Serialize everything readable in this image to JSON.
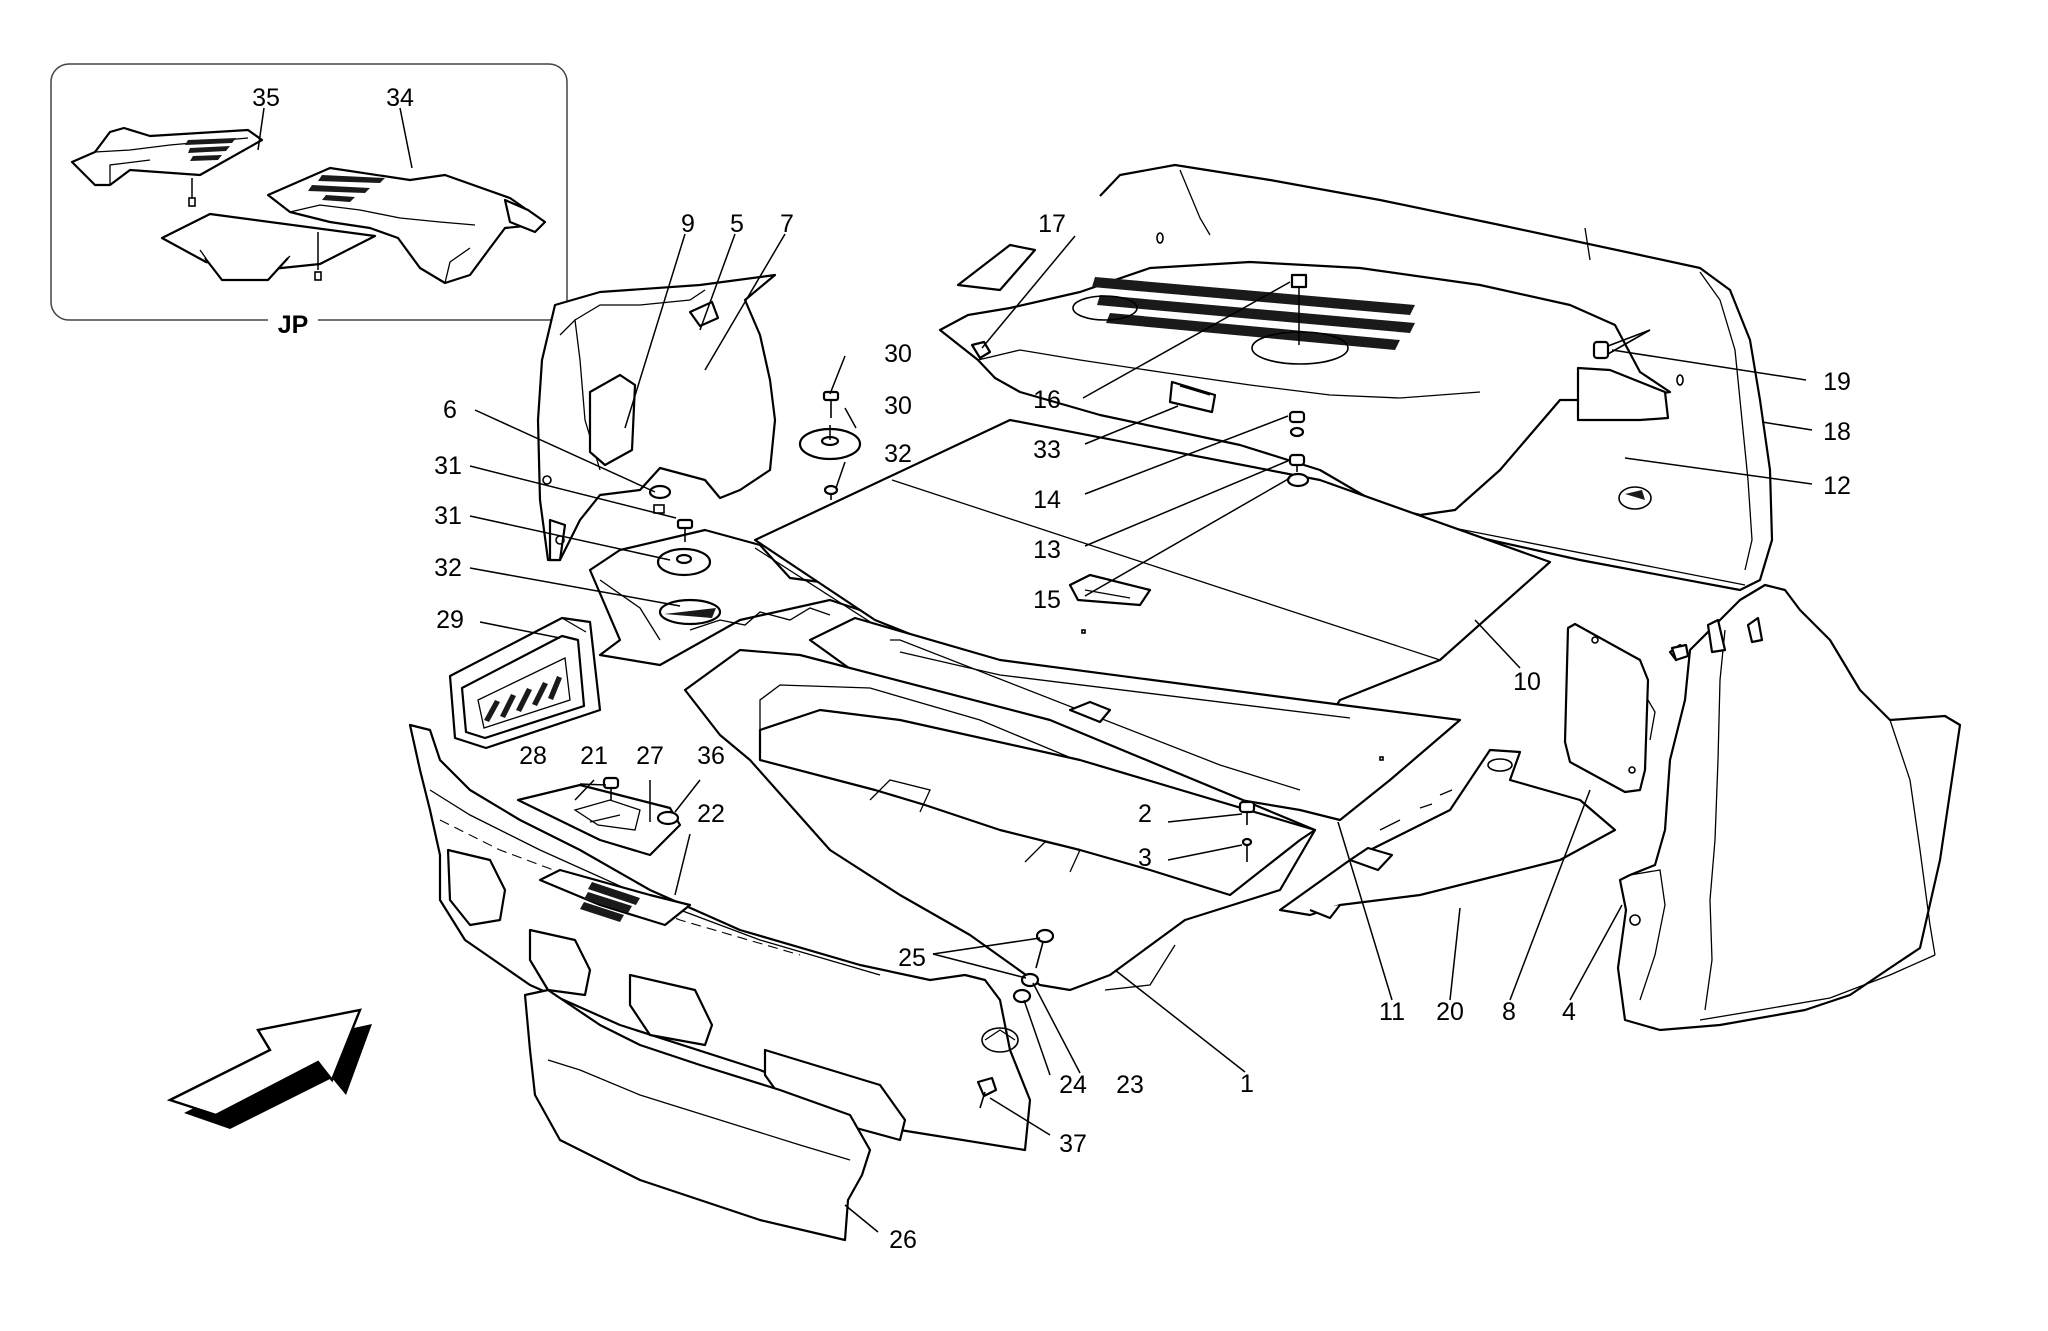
{
  "inset": {
    "label": "JP",
    "callouts": [
      "35",
      "34"
    ]
  },
  "callouts": [
    {
      "id": "c1",
      "text": "1"
    },
    {
      "id": "c2",
      "text": "2"
    },
    {
      "id": "c3",
      "text": "3"
    },
    {
      "id": "c4",
      "text": "4"
    },
    {
      "id": "c5",
      "text": "5"
    },
    {
      "id": "c6",
      "text": "6"
    },
    {
      "id": "c7",
      "text": "7"
    },
    {
      "id": "c8",
      "text": "8"
    },
    {
      "id": "c9",
      "text": "9"
    },
    {
      "id": "c10",
      "text": "10"
    },
    {
      "id": "c11",
      "text": "11"
    },
    {
      "id": "c12",
      "text": "12"
    },
    {
      "id": "c13",
      "text": "13"
    },
    {
      "id": "c14",
      "text": "14"
    },
    {
      "id": "c15",
      "text": "15"
    },
    {
      "id": "c16",
      "text": "16"
    },
    {
      "id": "c17",
      "text": "17"
    },
    {
      "id": "c18",
      "text": "18"
    },
    {
      "id": "c19",
      "text": "19"
    },
    {
      "id": "c20",
      "text": "20"
    },
    {
      "id": "c21",
      "text": "21"
    },
    {
      "id": "c22",
      "text": "22"
    },
    {
      "id": "c23",
      "text": "23"
    },
    {
      "id": "c24",
      "text": "24"
    },
    {
      "id": "c25",
      "text": "25"
    },
    {
      "id": "c26",
      "text": "26"
    },
    {
      "id": "c27",
      "text": "27"
    },
    {
      "id": "c28",
      "text": "28"
    },
    {
      "id": "c29",
      "text": "29"
    },
    {
      "id": "c30a",
      "text": "30"
    },
    {
      "id": "c30b",
      "text": "30"
    },
    {
      "id": "c31a",
      "text": "31"
    },
    {
      "id": "c31b",
      "text": "31"
    },
    {
      "id": "c32a",
      "text": "32"
    },
    {
      "id": "c32b",
      "text": "32"
    },
    {
      "id": "c33",
      "text": "33"
    },
    {
      "id": "c36",
      "text": "36"
    },
    {
      "id": "c37",
      "text": "37"
    }
  ],
  "direction_arrow": {
    "icon": "front-direction-arrow-icon"
  }
}
